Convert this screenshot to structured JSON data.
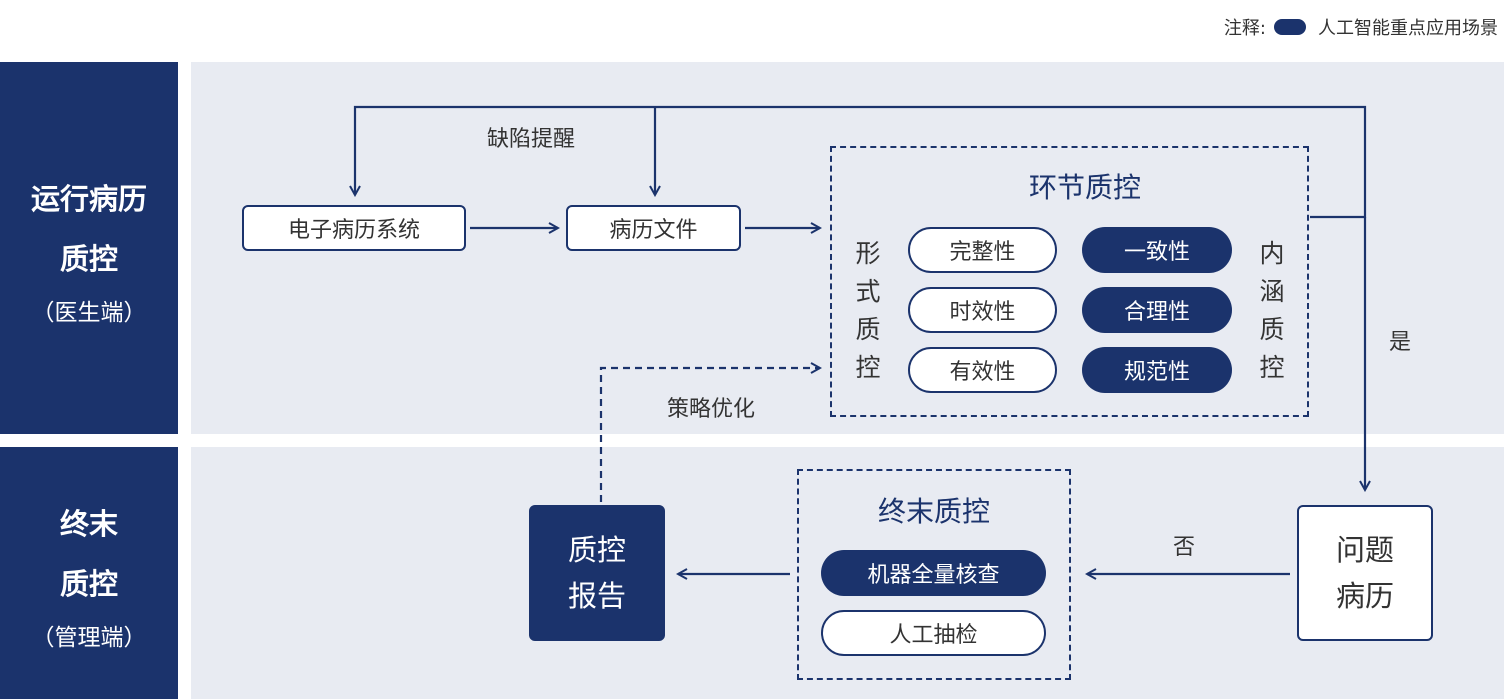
{
  "legend": {
    "label": "注释:",
    "item": "人工智能重点应用场景"
  },
  "lanes": {
    "running": {
      "title": "运行病历\n质控",
      "subtitle": "（医生端）"
    },
    "final": {
      "title": "终末\n质控",
      "subtitle": "（管理端）"
    }
  },
  "nodes": {
    "emr_system": "电子病历系统",
    "record_file": "病历文件",
    "problem_record": "问题\n病历",
    "qc_report": "质控\n报告"
  },
  "stage_qc": {
    "title": "环节质控",
    "form_label": "形式质控",
    "content_label": "内涵质控",
    "form_items": [
      "完整性",
      "时效性",
      "有效性"
    ],
    "content_items": [
      "一致性",
      "合理性",
      "规范性"
    ]
  },
  "final_qc": {
    "title": "终末质控",
    "items": [
      "机器全量核查",
      "人工抽检"
    ]
  },
  "edge_labels": {
    "defect_reminder": "缺陷提醒",
    "strategy_optimization": "策略优化",
    "yes": "是",
    "no": "否"
  },
  "colors": {
    "primary": "#1b336c",
    "lane_background": "#e8ebf2",
    "text": "#333333"
  }
}
